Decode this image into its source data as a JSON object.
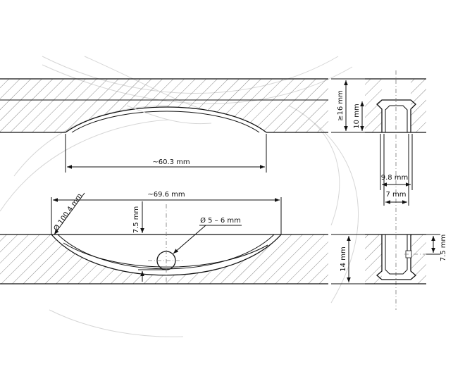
{
  "dimensions": {
    "upper_lens_width": "~60.3 mm",
    "upper_plate_thickness": "≥16 mm",
    "upper_slot_depth": "10 mm",
    "section_width": "9.8 mm",
    "section_inner_width": "7 mm",
    "lower_lens_width": "~69.6 mm",
    "lens_diameter": "Ø 100.4 mm",
    "hole_offset": "7.5 mm",
    "hole_diameter": "Ø 5 – 6 mm",
    "lower_plate_thickness": "14 mm",
    "section_hole_offset": "7.5 mm"
  }
}
